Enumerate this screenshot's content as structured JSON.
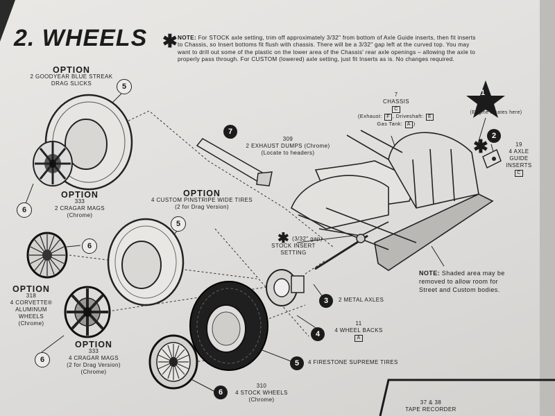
{
  "title": "2. WHEELS",
  "note": {
    "star": "✱",
    "label": "NOTE:",
    "text": "For STOCK axle setting, trim off approximately 3/32\" from bottom of Axle Guide inserts, then fit inserts to Chassis, so Insert bottoms fit flush with chassis. There will be a 3/32\" gap left at the curved top. You may want to drill out some of the plastic on the lower area of the Chassis' rear axle openings – allowing the axle to properly pass through. For CUSTOM (lowered) axle setting, just fit Inserts as is. No changes required."
  },
  "option_goodyear": {
    "option": "OPTION",
    "line1": "2 GOODYEAR BLUE STREAK",
    "line2": "DRAG SLICKS",
    "step": "5"
  },
  "option_cragar_chrome": {
    "step": "6",
    "option": "OPTION",
    "number": "333",
    "line1": "2 CRAGAR MAGS",
    "line2": "(Chrome)"
  },
  "option_pinstripe": {
    "option": "OPTION",
    "line1": "4 CUSTOM PINSTRIPE WIDE TIRES",
    "line2": "(2 for Drag Version)",
    "step": "5"
  },
  "option_corvette": {
    "step": "6",
    "option": "OPTION",
    "number": "318",
    "line1": "4 CORVETTE®",
    "line2": "ALUMINUM",
    "line3": "WHEELS",
    "line4": "(Chrome)"
  },
  "option_cragar_drag": {
    "option": "OPTION",
    "step": "6",
    "number": "333",
    "line1": "4 CRAGAR MAGS",
    "line2": "(2 for Drag Version)",
    "line3": "(Chrome)"
  },
  "exhaust": {
    "step": "7",
    "number": "309",
    "line1": "2 EXHAUST DUMPS (Chrome)",
    "line2": "(Locate to headers)"
  },
  "chassis": {
    "number": "7",
    "name": "CHASSIS",
    "box": "C",
    "exhaust_label": "(Exhaust:",
    "exhaust_box": "F",
    "driveshaft_label": ", Driveshaft:",
    "driveshaft_box": "E",
    "gas_label": "Gas Tank:",
    "gas_box": "A",
    "close": ")"
  },
  "engine": {
    "step": "1",
    "text": "(Engine locates here)"
  },
  "axle_guide": {
    "step": "2",
    "star": "✱",
    "number": "19",
    "line1": "4 AXLE",
    "line2": "GUIDE",
    "line3": "INSERTS",
    "box": "C"
  },
  "stock_insert": {
    "star": "✱",
    "gap": "(3/32\" gap)",
    "line1": "STOCK INSERT",
    "line2": "SETTING"
  },
  "metal_axles": {
    "step": "3",
    "text": "2 METAL AXLES"
  },
  "wheel_backs": {
    "step": "4",
    "number": "11",
    "text": "4 WHEEL BACKS",
    "box": "A"
  },
  "firestone": {
    "step": "5",
    "text": "4 FIRESTONE SUPREME TIRES"
  },
  "stock_wheels": {
    "step": "6",
    "number": "310",
    "line1": "4 STOCK WHEELS",
    "line2": "(Chrome)"
  },
  "shaded_note": {
    "label": "NOTE:",
    "line1": "Shaded area may be",
    "line2": "removed to allow room for",
    "line3": "Street and Custom bodies."
  },
  "tape": {
    "number": "37 & 38",
    "text": "TAPE RECORDER"
  }
}
